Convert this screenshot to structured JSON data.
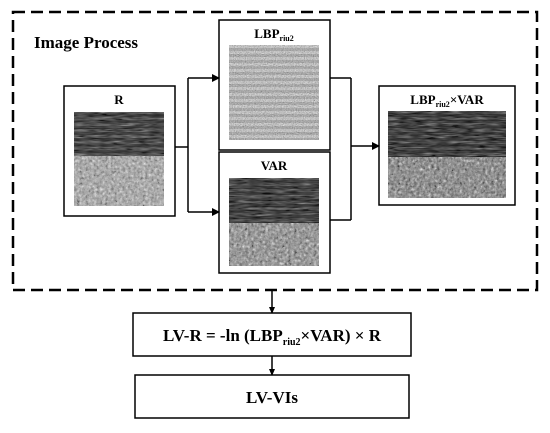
{
  "title": "Image Process",
  "boxes": {
    "r": {
      "label": "R"
    },
    "lbp": {
      "label_main": "LBP",
      "label_sub": "riu2"
    },
    "var": {
      "label": "VAR"
    },
    "product": {
      "label_main": "LBP",
      "label_sub": "riu2",
      "label_rest": "×VAR"
    }
  },
  "formula": {
    "lhs": "LV-R = -ln (LBP",
    "sub": "riu2",
    "rhs": "×VAR) × R"
  },
  "output": {
    "label": "LV-VIs"
  }
}
